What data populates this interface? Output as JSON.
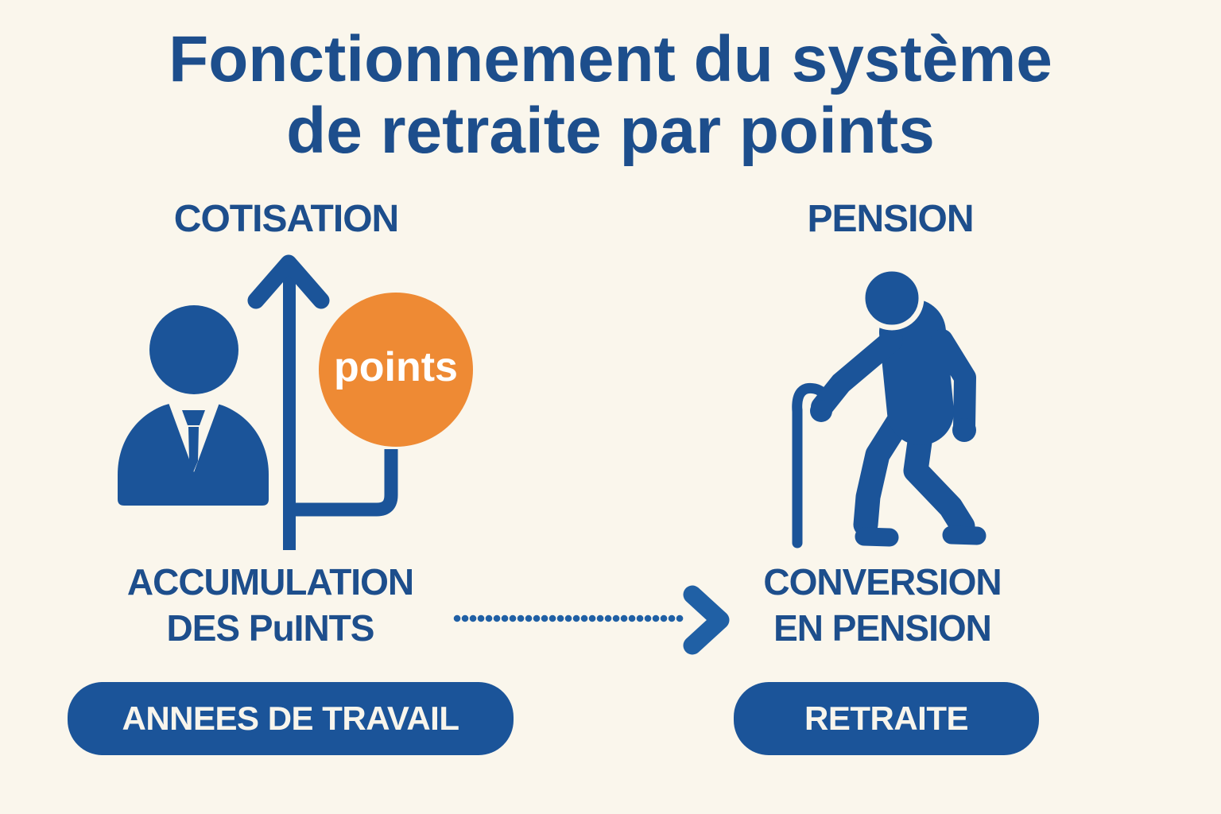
{
  "colors": {
    "background": "#faf6ec",
    "primary_blue": "#1b5499",
    "text_blue": "#1d4e8c",
    "accent_orange": "#ee8a34",
    "dotted_line_blue": "#2060a5",
    "badge_text": "#f8f5ec"
  },
  "title": {
    "line1": "Fonctionnement du système",
    "line2": "de retraite par points"
  },
  "left_column": {
    "heading": "COTISATION",
    "points_circle_label": "points",
    "caption": {
      "line1": "ACCUMULATION",
      "line2": "DES PuINTS"
    },
    "badge_label": "ANNEES DE TRAVAIL"
  },
  "right_column": {
    "heading": "PENSION",
    "caption": {
      "line1": "CONVERSION",
      "line2": "EN PENSION"
    },
    "badge_label": "RETRAITE"
  },
  "icons": {
    "worker": "worker-avatar-icon",
    "growth_arrow": "arrow-up-icon",
    "points_connector": "points-connector-line",
    "elderly": "elderly-person-cane-icon",
    "flow_arrow": "dotted-arrow-icon"
  }
}
